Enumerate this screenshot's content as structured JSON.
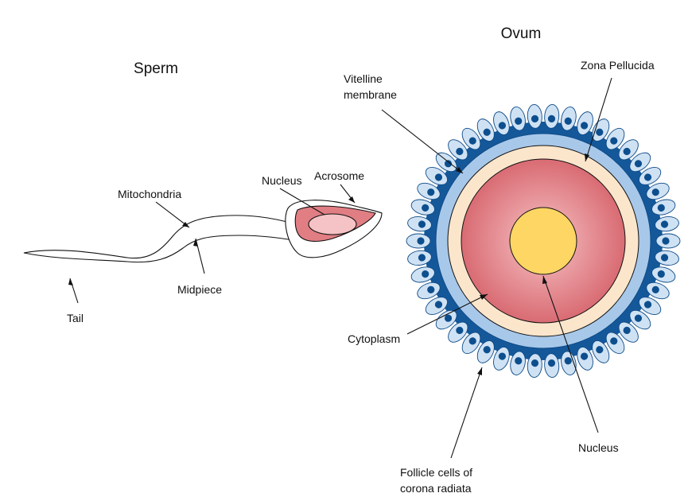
{
  "sperm": {
    "title": "Sperm",
    "labels": {
      "nucleus": "Nucleus",
      "acrosome": "Acrosome",
      "mitochondria": "Mitochondria",
      "midpiece": "Midpiece",
      "tail": "Tail"
    }
  },
  "ovum": {
    "title": "Ovum",
    "labels": {
      "zona_pellucida": "Zona Pellucida",
      "vitelline_line1": "Vitelline",
      "vitelline_line2": "membrane",
      "cytoplasm": "Cytoplasm",
      "nucleus": "Nucleus",
      "follicle_line1": "Follicle cells of",
      "follicle_line2": "corona radiata"
    }
  },
  "colors": {
    "corona_ring": "#14589a",
    "follicle_cell": "#cfe2f4",
    "follicle_nucleus": "#0d4f8e",
    "vitelline_band": "#a8c8ea",
    "zona_pellucida": "#fbe6cc",
    "cytoplasm_center": "#f6c4c6",
    "cytoplasm_edge": "#d96b73",
    "ovum_nucleus": "#fdd663",
    "sperm_nucleus": "#f5c3c5",
    "sperm_head": "#e07e84"
  }
}
